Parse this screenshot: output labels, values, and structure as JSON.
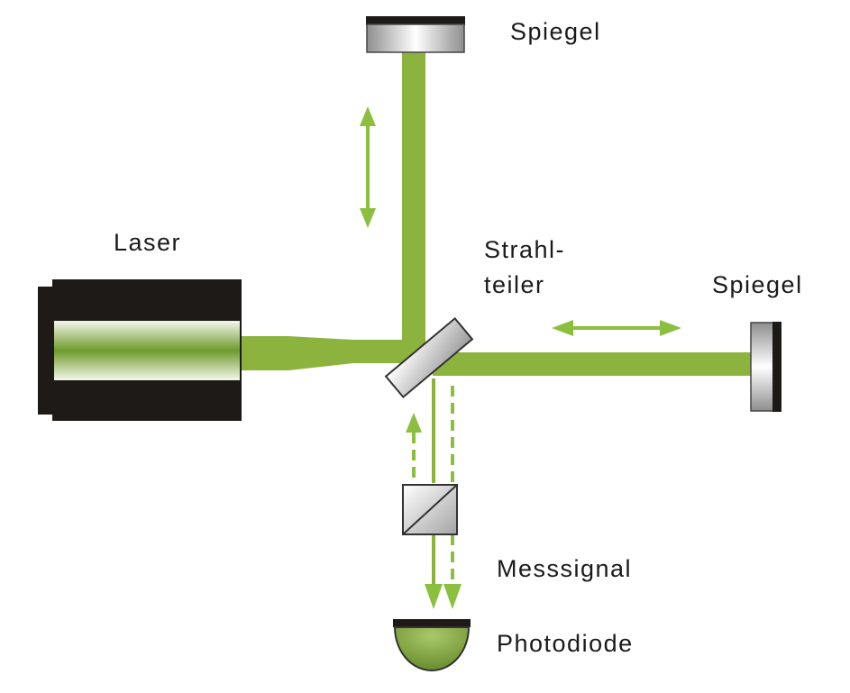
{
  "labels": {
    "laser": "Laser",
    "mirror_top": "Spiegel",
    "mirror_right": "Spiegel",
    "beam_splitter_line1": "Strahl-",
    "beam_splitter_line2": "teiler",
    "measurement_signal": "Messsignal",
    "photodiode": "Photodiode"
  },
  "colors": {
    "beam": "#8cb33e",
    "arrow": "#8cbf3f",
    "device_dark": "#1e1a18",
    "photodiode_fill": "#7fa43a"
  }
}
